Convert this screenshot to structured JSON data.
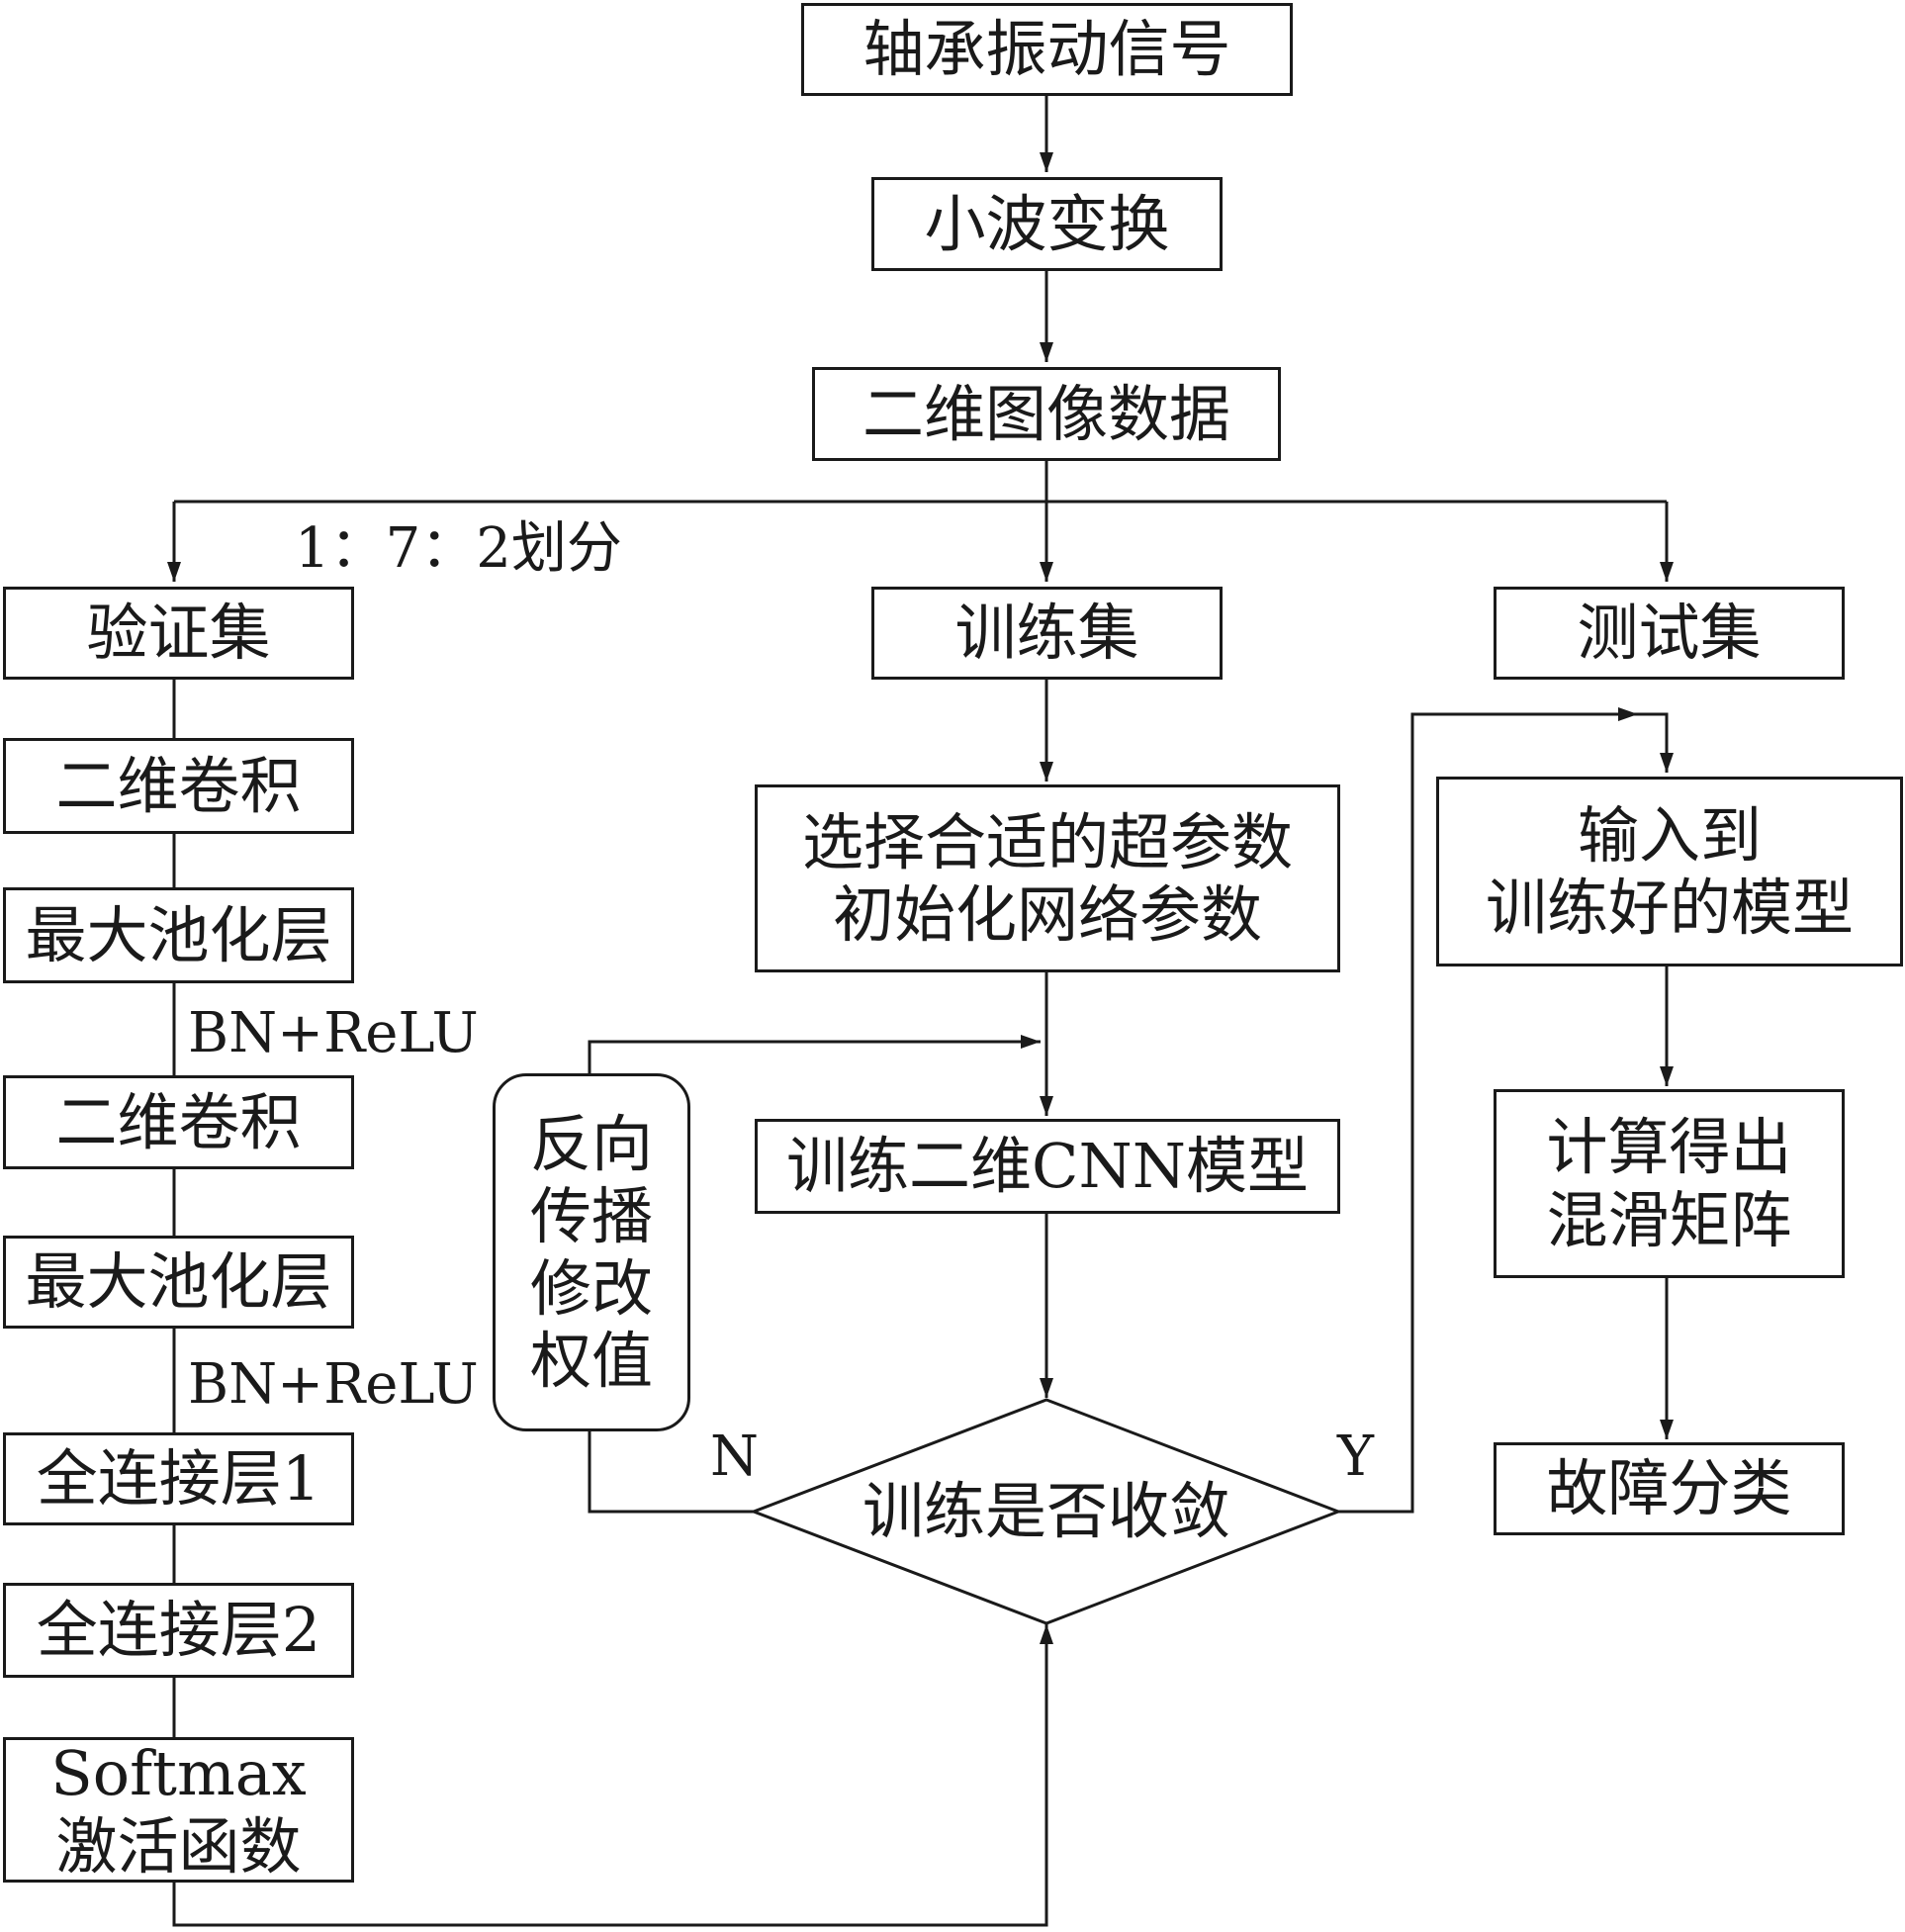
{
  "flow": {
    "signal": "轴承振动信号",
    "wavelet": "小波变换",
    "image_data": "二维图像数据",
    "split_label": "1：7：2划分",
    "validation_set": "验证集",
    "training_set": "训练集",
    "test_set": "测试集"
  },
  "validation_branch": {
    "conv1": "二维卷积",
    "pool1": "最大池化层",
    "bn1": "BN+ReLU",
    "conv2": "二维卷积",
    "pool2": "最大池化层",
    "bn2": "BN+ReLU",
    "fc1": "全连接层1",
    "fc2": "全连接层2",
    "softmax_line1": "Softmax",
    "softmax_line2": "激活函数"
  },
  "training_branch": {
    "select_line1": "选择合适的超参数",
    "select_line2": "初始化网络参数",
    "train_model": "训练二维CNN模型",
    "converge": "训练是否收敛",
    "backprop": [
      "反向",
      "传播",
      "修改",
      "权值"
    ],
    "no_label": "N",
    "yes_label": "Y"
  },
  "test_branch": {
    "input_line1": "输入到",
    "input_line2": "训练好的模型",
    "confusion_line1": "计算得出",
    "confusion_line2": "混滑矩阵",
    "fault": "故障分类"
  }
}
